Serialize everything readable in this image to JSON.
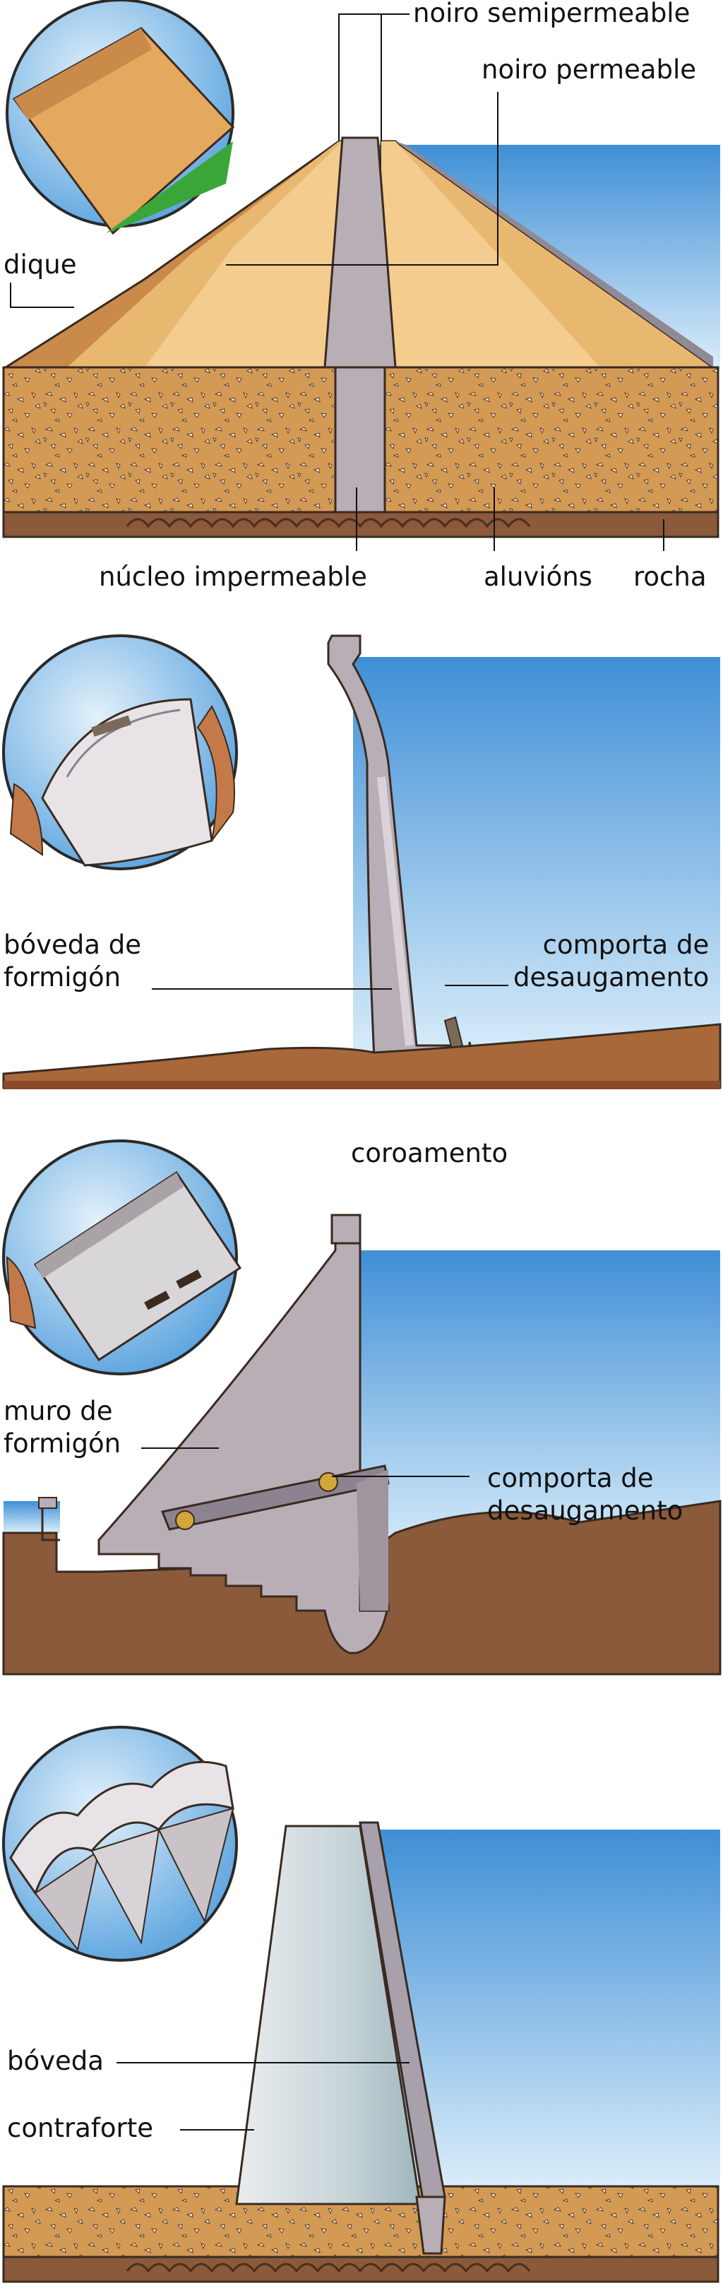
{
  "embankment_dam": {
    "labels": {
      "semipermeable_fill": "noiro semipermeable",
      "permeable_fill": "noiro permeable",
      "dike": "dique",
      "core": "núcleo impermeable",
      "alluvium": "aluvións",
      "bedrock": "rocha"
    }
  },
  "arch_dam": {
    "labels": {
      "vault_line1": "bóveda de",
      "vault_line2": "formigón",
      "gate_line1": "comporta de",
      "gate_line2": "desaugamento"
    }
  },
  "gravity_dam": {
    "labels": {
      "crest": "coroamento",
      "wall_line1": "muro de",
      "wall_line2": "formigón",
      "gate_line1": "comporta de",
      "gate_line2": "desaugamento"
    }
  },
  "buttress_dam": {
    "labels": {
      "vault": "bóveda",
      "buttress": "contraforte"
    }
  },
  "colors": {
    "water_top": "#3f8fd6",
    "water_bottom": "#dbeefa",
    "sand": "#e8b36a",
    "concrete": "#b7aeb6",
    "ground": "#8a5a3a",
    "outline": "#3a2a20"
  }
}
